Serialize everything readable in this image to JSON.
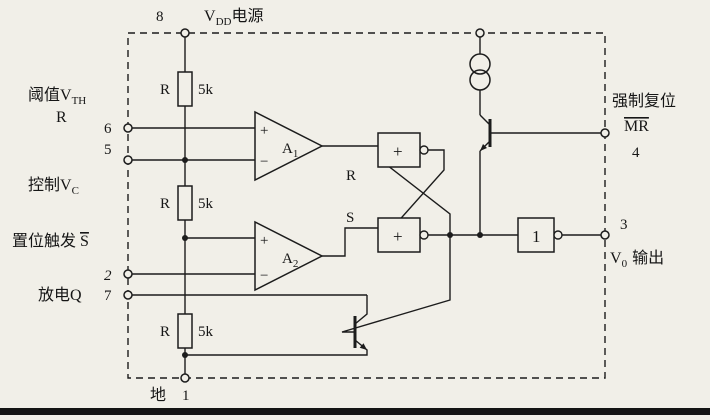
{
  "pins": {
    "p8": {
      "number": "8",
      "pre": "V",
      "sub": "DD",
      "post": "电源"
    },
    "p6": {
      "number": "6",
      "pre": "阈值V",
      "sub": "TH",
      "line2": "R"
    },
    "p5": {
      "number": "5",
      "pre": "控制V",
      "sub": "C"
    },
    "p2": {
      "number": "2",
      "pre": "置位触发",
      "over": "S"
    },
    "p7": {
      "number": "7",
      "label": "放电Q"
    },
    "p1": {
      "number": "1",
      "label": "地"
    },
    "p4": {
      "number": "4",
      "label": "强制复位",
      "over": "MR"
    },
    "p3": {
      "number": "3",
      "pre": "V",
      "sub": "0",
      "post": "输出"
    }
  },
  "resistors": {
    "r1": {
      "name": "R",
      "value": "5k"
    },
    "r2": {
      "name": "R",
      "value": "5k"
    },
    "r3": {
      "name": "R",
      "value": "5k"
    }
  },
  "comparators": {
    "a1": {
      "name": "A",
      "sub": "1",
      "plus": "+",
      "minus": "−"
    },
    "a2": {
      "name": "A",
      "sub": "2",
      "plus": "+",
      "minus": "−"
    }
  },
  "latch": {
    "r_label": "R",
    "s_label": "S",
    "gate_symbol": "+"
  },
  "output_gate": {
    "symbol": "1"
  },
  "colors": {
    "line": "#1c1c1c",
    "background": "#f1efe8"
  }
}
